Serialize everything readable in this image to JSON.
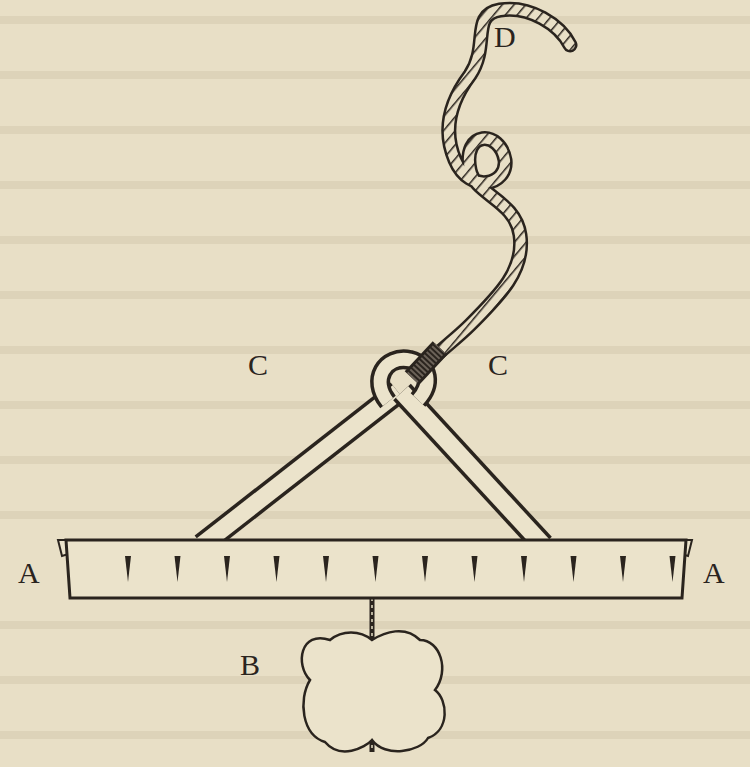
{
  "diagram": {
    "labels": [
      "A",
      "A",
      "C",
      "C",
      "D",
      "B"
    ]
  }
}
